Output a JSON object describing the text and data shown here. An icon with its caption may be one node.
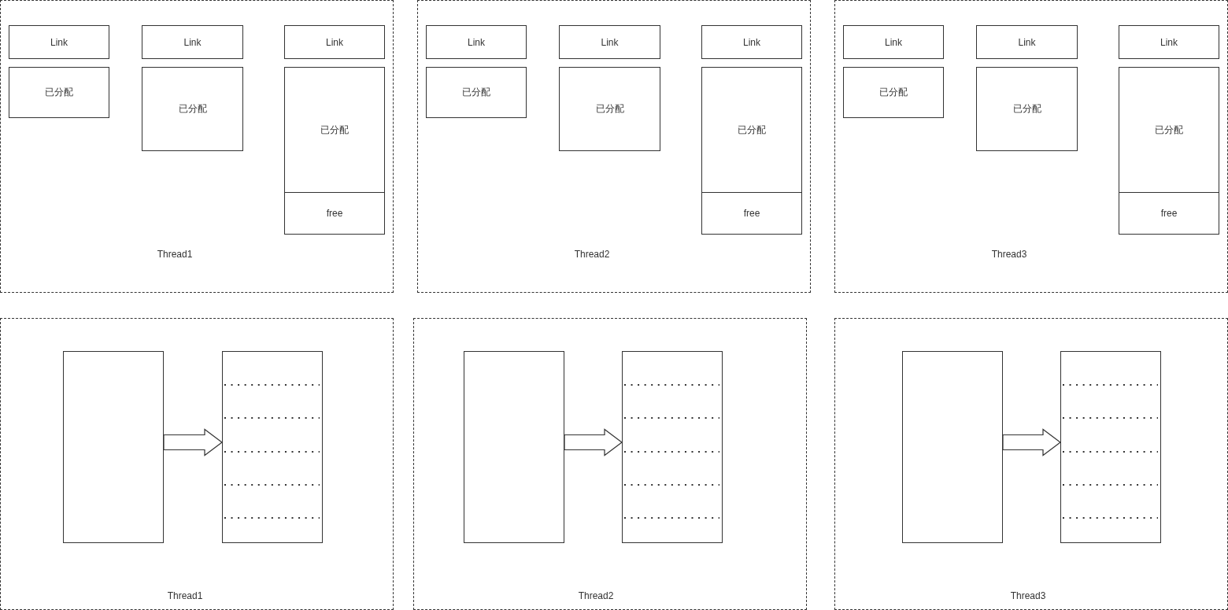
{
  "diagram": {
    "nodes": [
      {
        "text": [
          "Thread1"
        ]
      },
      {
        "text": [
          "Link"
        ],
        "in": 0
      },
      {
        "text": [
          "Link"
        ],
        "in": 0
      },
      {
        "text": [
          "Link"
        ],
        "in": 0
      },
      {
        "text": [
          "已分配"
        ],
        "in": 0
      },
      {
        "text": [
          "已分配"
        ],
        "in": 0
      },
      {
        "text": [
          "已分配"
        ],
        "in": 0
      },
      {
        "text": [
          "free"
        ],
        "in": 0
      },
      {
        "text": [
          "Thread2"
        ]
      },
      {
        "text": [
          "Link"
        ],
        "in": 8
      },
      {
        "text": [
          "Link"
        ],
        "in": 8
      },
      {
        "text": [
          "Link"
        ],
        "in": 8
      },
      {
        "text": [
          "已分配"
        ],
        "in": 8
      },
      {
        "text": [
          "已分配"
        ],
        "in": 8
      },
      {
        "text": [
          "已分配"
        ],
        "in": 8
      },
      {
        "text": [
          "free"
        ],
        "in": 8
      },
      {
        "text": [
          "Thread3"
        ]
      },
      {
        "text": [
          "Link"
        ],
        "in": 16
      },
      {
        "text": [
          "Link"
        ],
        "in": 16
      },
      {
        "text": [
          "Link"
        ],
        "in": 16
      },
      {
        "text": [
          "已分配"
        ],
        "in": 16
      },
      {
        "text": [
          "已分配"
        ],
        "in": 16
      },
      {
        "text": [
          "已分配"
        ],
        "in": 16
      },
      {
        "text": [
          "free"
        ],
        "in": 16
      },
      {
        "text": [
          "Thread1"
        ]
      },
      {
        "text": [],
        "shape": "box",
        "in": 24
      },
      {
        "text": [],
        "shape": "box",
        "in": 24
      },
      {
        "text": [
          "Thread2"
        ]
      },
      {
        "text": [],
        "shape": "box",
        "in": 27
      },
      {
        "text": [],
        "shape": "box",
        "in": 27
      },
      {
        "text": [
          "Thread3"
        ]
      },
      {
        "text": [],
        "shape": "box",
        "in": 30
      },
      {
        "text": [],
        "shape": "box",
        "in": 30
      }
    ],
    "edges": [
      {
        "from": 25,
        "to": 26,
        "arrow": "to"
      },
      {
        "from": 28,
        "to": 29,
        "arrow": "to"
      },
      {
        "from": 31,
        "to": 32,
        "arrow": "to"
      }
    ]
  }
}
